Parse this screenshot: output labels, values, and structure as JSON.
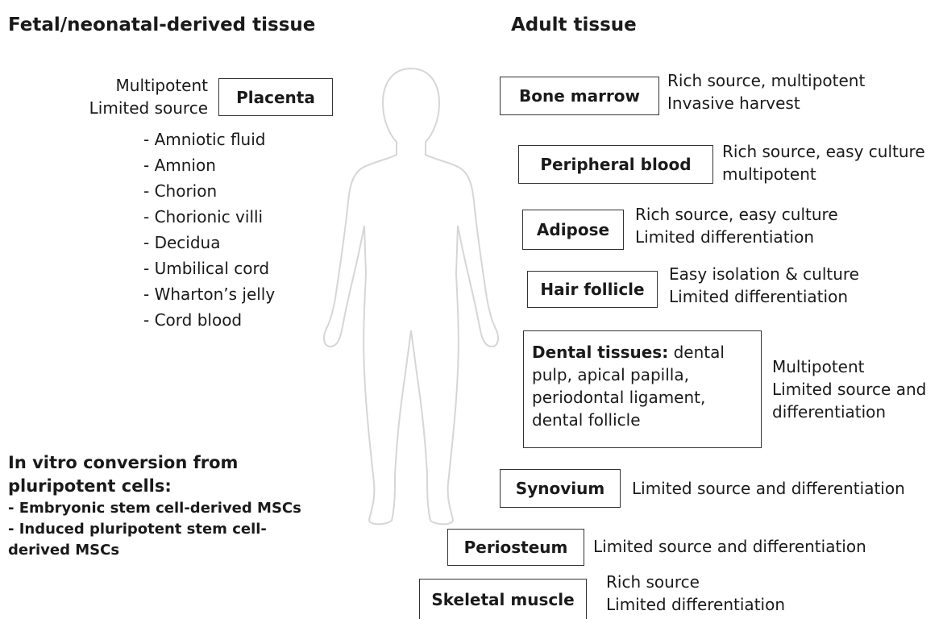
{
  "headings": {
    "left": "Fetal/neonatal-derived tissue",
    "right": "Adult tissue"
  },
  "placenta": {
    "box_label": "Placenta",
    "notes": [
      "Multipotent",
      "Limited source"
    ],
    "items": [
      "- Amniotic fluid",
      "- Amnion",
      "- Chorion",
      "- Chorionic villi",
      "- Decidua",
      "- Umbilical cord",
      "- Wharton’s jelly",
      "- Cord blood"
    ]
  },
  "invitro": {
    "title": [
      "In vitro conversion from",
      "pluripotent cells:"
    ],
    "items": [
      "- Embryonic stem cell-derived MSCs",
      "- Induced pluripotent stem cell-",
      "derived MSCs"
    ]
  },
  "adult": {
    "bone_marrow": {
      "label": "Bone marrow",
      "notes": [
        "Rich source, multipotent",
        "Invasive harvest"
      ]
    },
    "peripheral_blood": {
      "label": "Peripheral blood",
      "notes": [
        "Rich source, easy culture",
        "multipotent"
      ]
    },
    "adipose": {
      "label": "Adipose",
      "notes": [
        "Rich source, easy culture",
        "Limited differentiation"
      ]
    },
    "hair_follicle": {
      "label": "Hair follicle",
      "notes": [
        "Easy isolation & culture",
        "Limited differentiation"
      ]
    },
    "dental": {
      "label_bold": "Dental tissues:",
      "label_rest": " dental pulp, apical papilla, periodontal ligament, dental follicle",
      "notes": [
        "Multipotent",
        "Limited source and",
        "differentiation"
      ]
    },
    "synovium": {
      "label": "Synovium",
      "notes": [
        "Limited source and differentiation"
      ]
    },
    "periosteum": {
      "label": "Periosteum",
      "notes": [
        "Limited source and differentiation"
      ]
    },
    "skeletal_muscle": {
      "label": "Skeletal muscle",
      "notes": [
        "Rich source",
        "Limited differentiation"
      ]
    }
  }
}
